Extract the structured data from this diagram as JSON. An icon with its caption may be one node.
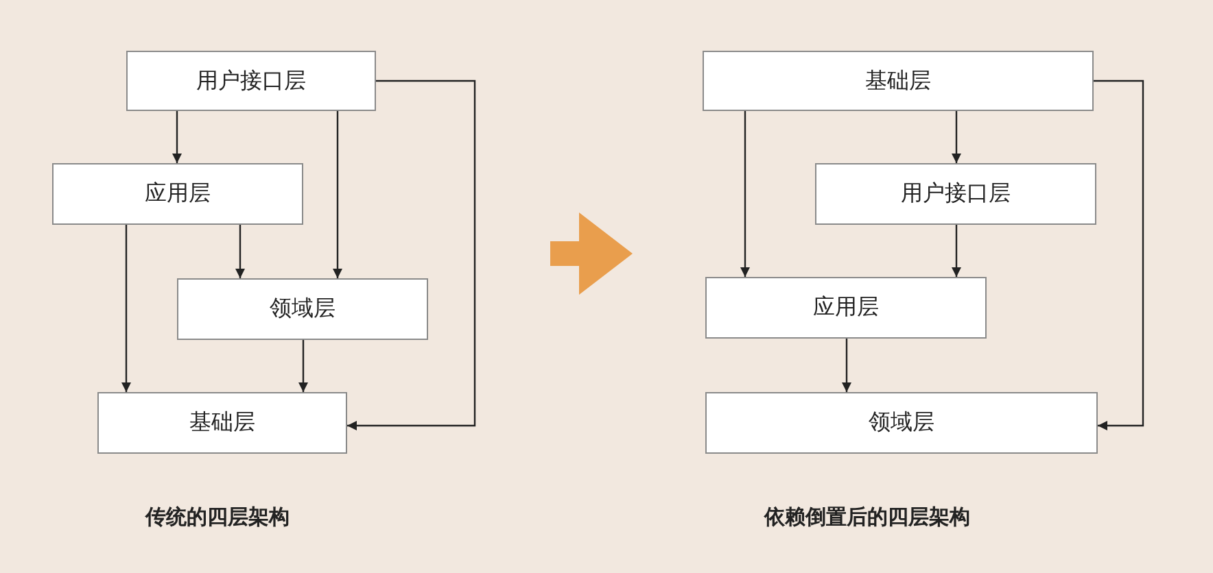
{
  "diagram": {
    "nodes": [
      {
        "text": [
          "用户接口层"
        ]
      },
      {
        "text": [
          "应用层"
        ]
      },
      {
        "text": [
          "领域层"
        ]
      },
      {
        "text": [
          "基础层"
        ]
      },
      {
        "text": [
          "基础层"
        ]
      },
      {
        "text": [
          "用户接口层"
        ]
      },
      {
        "text": [
          "应用层"
        ]
      },
      {
        "text": [
          "领域层"
        ]
      }
    ],
    "edges": [
      {
        "from": 0,
        "to": 1,
        "arrow": "to"
      },
      {
        "from": 0,
        "to": 2,
        "arrow": "to"
      },
      {
        "from": 0,
        "to": 3,
        "arrow": "to"
      },
      {
        "from": 1,
        "to": 2,
        "arrow": "to"
      },
      {
        "from": 1,
        "to": 3,
        "arrow": "to"
      },
      {
        "from": 2,
        "to": 3,
        "arrow": "to"
      },
      {
        "from": 4,
        "to": 5,
        "arrow": "to"
      },
      {
        "from": 4,
        "to": 6,
        "arrow": "to"
      },
      {
        "from": 4,
        "to": 7,
        "arrow": "to"
      },
      {
        "from": 5,
        "to": 6,
        "arrow": "to"
      },
      {
        "from": 6,
        "to": 7,
        "arrow": "to"
      }
    ],
    "labels": [
      "传统的四层架构",
      "依赖倒置后的四层架构"
    ]
  }
}
